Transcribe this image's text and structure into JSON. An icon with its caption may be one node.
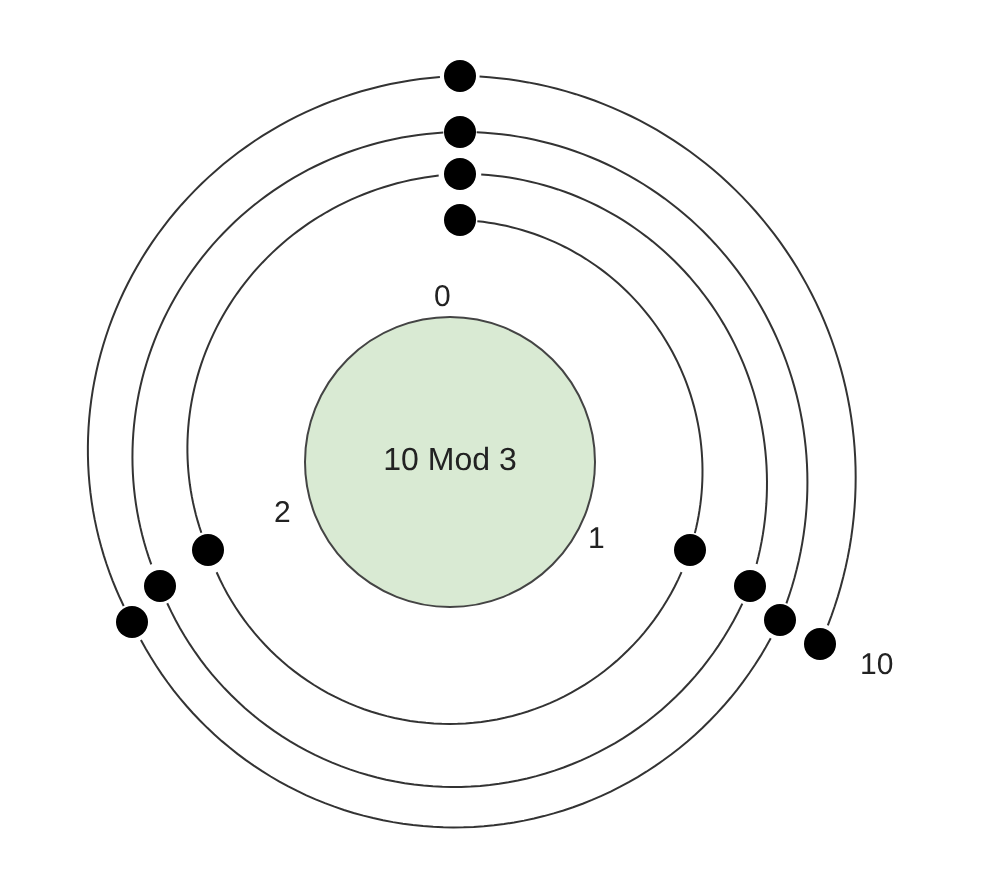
{
  "diagram": {
    "nodes": [
      {
        "text": [
          "10 Mod 3"
        ]
      },
      {
        "text": [],
        "shape": "circle"
      },
      {
        "text": [],
        "shape": "circle"
      },
      {
        "text": [],
        "shape": "circle"
      },
      {
        "text": [],
        "shape": "circle"
      },
      {
        "text": [],
        "shape": "circle"
      },
      {
        "text": [],
        "shape": "circle"
      },
      {
        "text": [],
        "shape": "circle"
      },
      {
        "text": [],
        "shape": "circle"
      },
      {
        "text": [],
        "shape": "circle"
      },
      {
        "text": [],
        "shape": "circle"
      },
      {
        "text": [],
        "shape": "circle",
        "beside": [
          "10"
        ]
      }
    ],
    "edges": [
      {
        "from": 1,
        "to": 2,
        "arrow": "none"
      },
      {
        "from": 2,
        "to": 3,
        "arrow": "none"
      },
      {
        "from": 3,
        "to": 4,
        "arrow": "none"
      },
      {
        "from": 4,
        "to": 5,
        "arrow": "none"
      },
      {
        "from": 5,
        "to": 6,
        "arrow": "none"
      },
      {
        "from": 6,
        "to": 7,
        "arrow": "none"
      },
      {
        "from": 7,
        "to": 8,
        "arrow": "none"
      },
      {
        "from": 8,
        "to": 9,
        "arrow": "none"
      },
      {
        "from": 9,
        "to": 10,
        "arrow": "none"
      },
      {
        "from": 10,
        "to": 11,
        "arrow": "none"
      }
    ],
    "labels": [
      "0",
      "2",
      "1"
    ]
  }
}
